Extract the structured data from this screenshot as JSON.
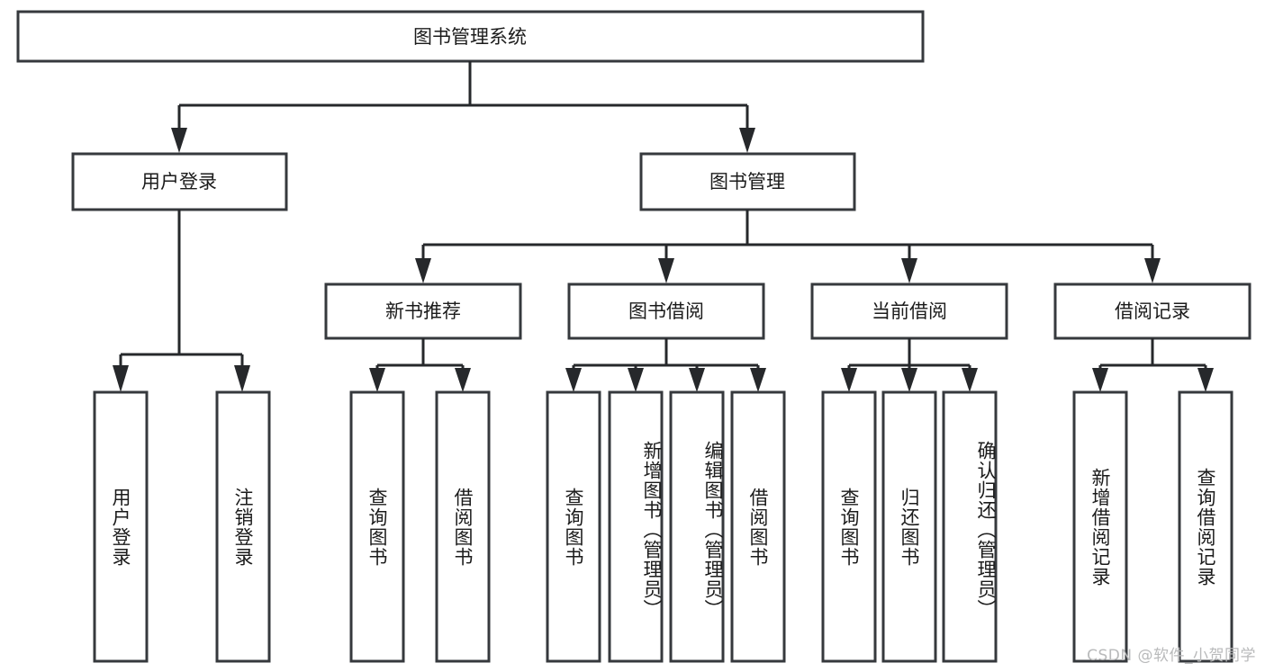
{
  "diagram": {
    "type": "tree",
    "title": "图书管理系统",
    "orientation": "top-down",
    "colors": {
      "box_stroke": "#36393d",
      "connector": "#26282b",
      "box_fill": "#ffffff",
      "text": "#1b1b1b",
      "watermark": "#b9babb",
      "background": "#ffffff"
    },
    "root": {
      "label": "图书管理系统"
    },
    "level2": [
      {
        "label": "用户登录"
      },
      {
        "label": "图书管理"
      }
    ],
    "level3": [
      {
        "label": "新书推荐"
      },
      {
        "label": "图书借阅"
      },
      {
        "label": "当前借阅"
      },
      {
        "label": "借阅记录"
      }
    ],
    "leaves": {
      "user_login": [
        {
          "label": "用户登录"
        },
        {
          "label": "注销登录"
        }
      ],
      "new_book_recommend": [
        {
          "label": "查询图书"
        },
        {
          "label": "借阅图书"
        }
      ],
      "book_borrow": [
        {
          "label": "查询图书"
        },
        {
          "label": "新增图书（管理员）"
        },
        {
          "label": "编辑图书（管理员）"
        },
        {
          "label": "借阅图书"
        }
      ],
      "current_borrow": [
        {
          "label": "查询图书"
        },
        {
          "label": "归还图书"
        },
        {
          "label": "确认归还（管理员）"
        }
      ],
      "borrow_records": [
        {
          "label": "新增借阅记录"
        },
        {
          "label": "查询借阅记录"
        }
      ]
    }
  },
  "watermark": {
    "text": "CSDN @软件_小贺同学"
  }
}
